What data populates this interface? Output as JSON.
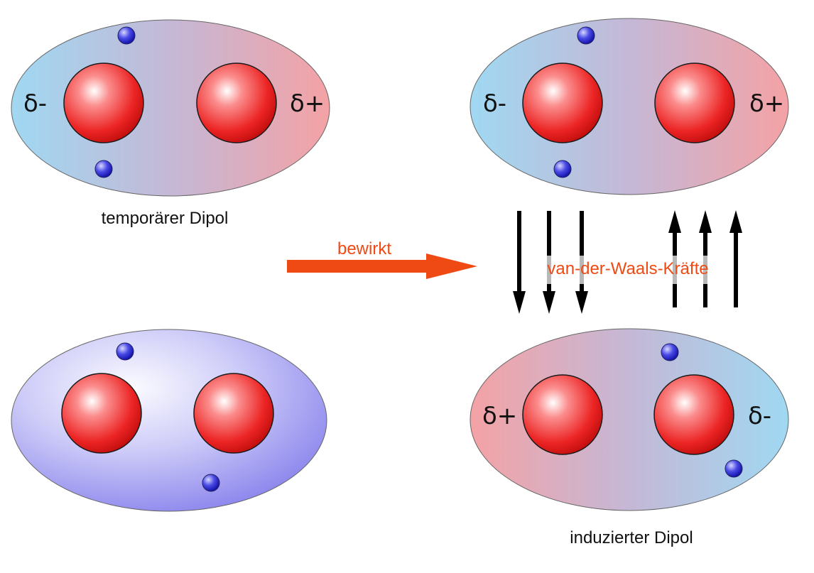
{
  "molecules": {
    "temporary": {
      "left_charge": "δ-",
      "right_charge": "δ+",
      "caption": "temporärer Dipol"
    },
    "partner_top": {
      "left_charge": "δ-",
      "right_charge": "δ+"
    },
    "induced": {
      "left_charge": "δ+",
      "right_charge": "δ-",
      "caption": "induzierter Dipol"
    }
  },
  "causes_label": "bewirkt",
  "forces_label": "van-der-Waals-Kräfte",
  "colors": {
    "accent": "#f04a14",
    "negative_region": "#9fd6f1",
    "positive_region": "#f4a4a6",
    "neutral_region": "#8b86ee",
    "nucleus": "#ee1c1c",
    "electron": "#2020d0",
    "arrow": "#000000"
  }
}
